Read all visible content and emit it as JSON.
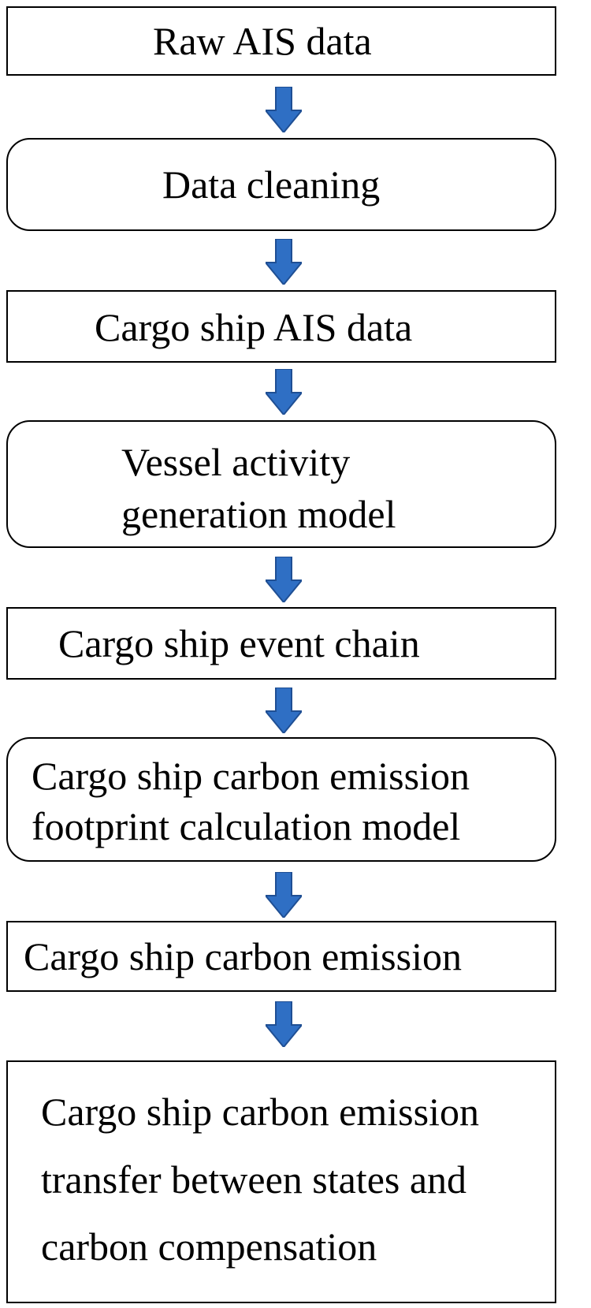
{
  "flowchart": {
    "steps": [
      {
        "lines": [
          "Raw AIS data"
        ],
        "shape": "rect"
      },
      {
        "lines": [
          "Data cleaning"
        ],
        "shape": "rounded"
      },
      {
        "lines": [
          "Cargo ship AIS data"
        ],
        "shape": "rect"
      },
      {
        "lines": [
          "Vessel activity",
          "generation model"
        ],
        "shape": "rounded"
      },
      {
        "lines": [
          "Cargo ship event chain"
        ],
        "shape": "rect"
      },
      {
        "lines": [
          "Cargo ship carbon emission",
          "footprint calculation model"
        ],
        "shape": "rounded"
      },
      {
        "lines": [
          "Cargo ship carbon emission"
        ],
        "shape": "rect"
      },
      {
        "lines": [
          "Cargo ship carbon emission",
          "transfer between states and",
          "carbon compensation"
        ],
        "shape": "rect"
      }
    ],
    "arrow_color": "#2f6fc4",
    "arrow_stroke": "#1f4f94"
  }
}
